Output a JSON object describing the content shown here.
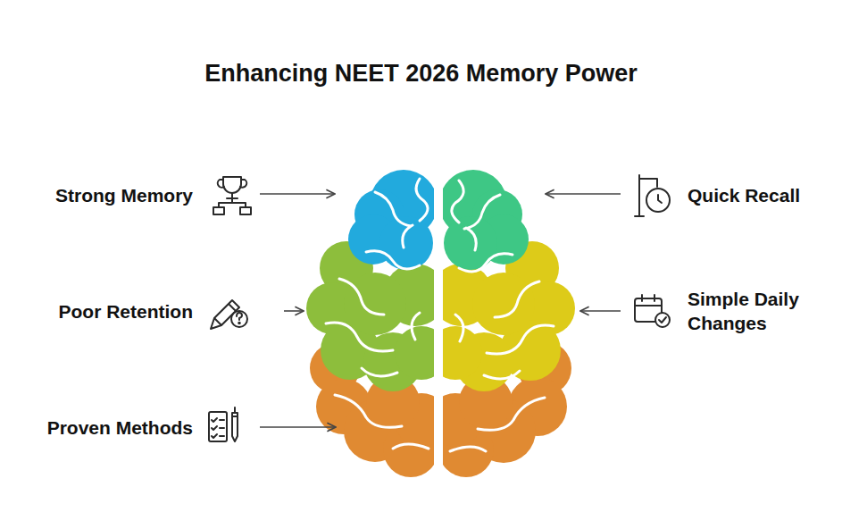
{
  "diagram": {
    "title": "Enhancing NEET 2026 Memory Power",
    "labels": [
      "Strong Memory",
      "Poor Retention",
      "Proven Methods",
      "Quick Recall",
      "Simple Daily Changes"
    ]
  }
}
